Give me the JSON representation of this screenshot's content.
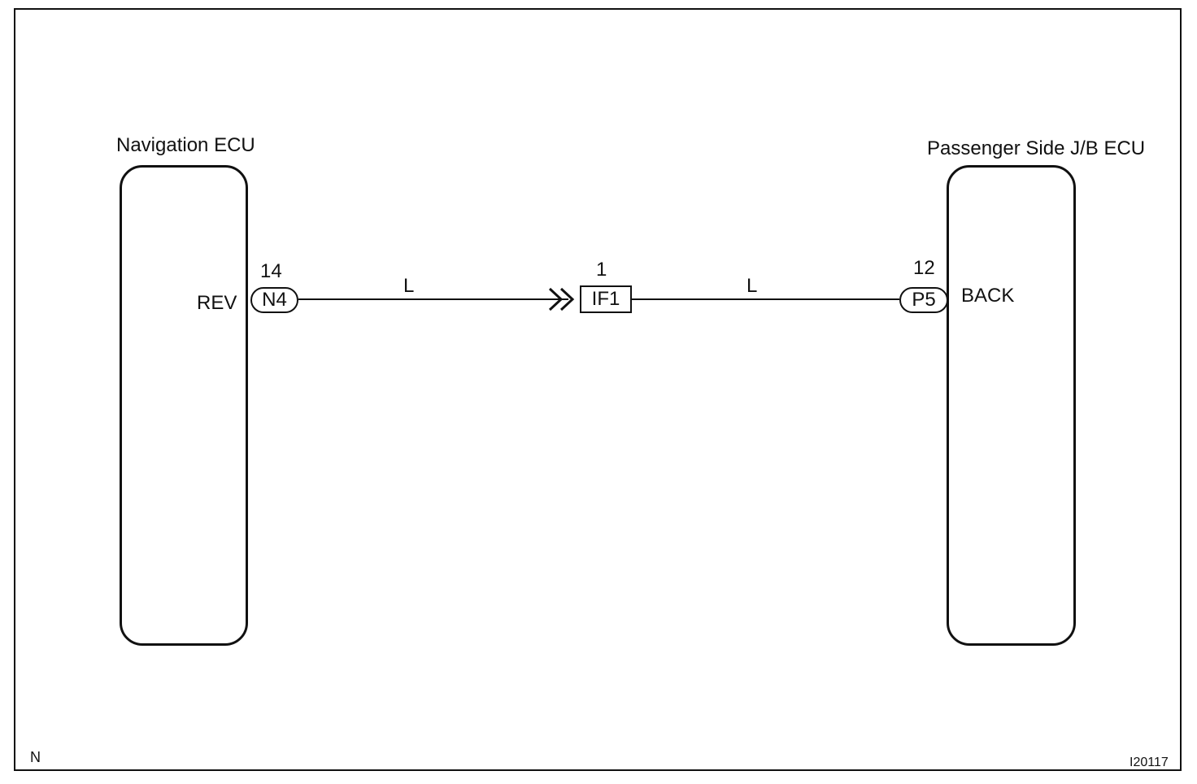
{
  "diagram": {
    "left_module": {
      "title": "Navigation ECU",
      "terminal_label": "REV",
      "pin_number": "14",
      "connector": "N4"
    },
    "junction_connector": {
      "pin_number": "1",
      "code": "IF1"
    },
    "right_module": {
      "title": "Passenger Side J/B ECU",
      "terminal_label": "BACK",
      "pin_number": "12",
      "connector": "P5"
    },
    "wire_colors": {
      "left_segment": "L",
      "right_segment": "L"
    },
    "footer": {
      "left_code": "N",
      "figure_id": "I20117"
    },
    "colors": {
      "line": "#111111",
      "background": "#ffffff"
    }
  }
}
